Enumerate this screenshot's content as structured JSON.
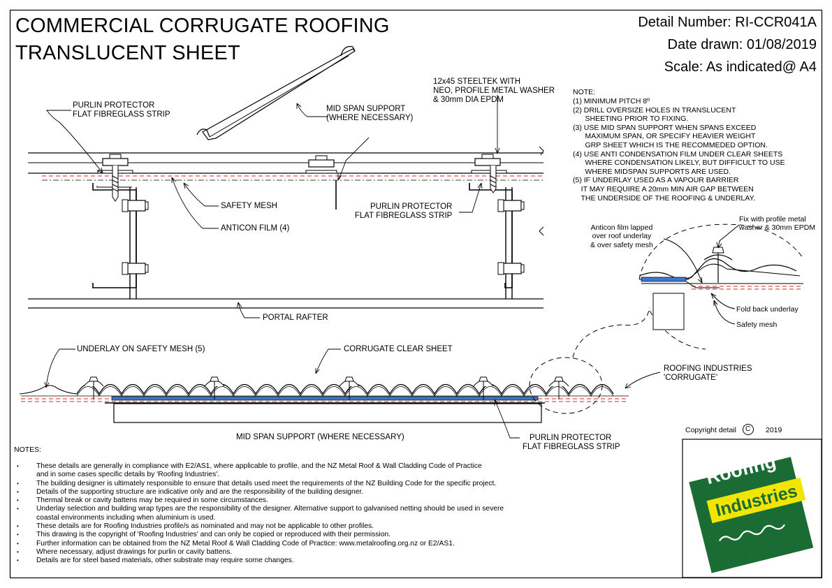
{
  "title": {
    "line1": "COMMERCIAL CORRUGATE ROOFING",
    "line2": "TRANSLUCENT SHEET"
  },
  "detail": {
    "number": "Detail Number:  RI-CCR041A",
    "date": "Date drawn:  01/08/2019",
    "scale": "Scale:  As indicated@ A4"
  },
  "labels": {
    "purlin_protector_top": [
      "PURLIN PROTECTOR",
      "FLAT FIBREGLASS STRIP"
    ],
    "mid_span_top": [
      "MID SPAN SUPPORT",
      "(WHERE NECESSARY)"
    ],
    "steeltek": [
      "12x45 STEELTEK WITH",
      "NEO, PROFILE METAL WASHER",
      "& 30mm DIA EPDM"
    ],
    "safety_mesh": "SAFETY MESH",
    "anticon_film": "ANTICON FILM (4)",
    "purlin_protector_mid": [
      "PURLIN PROTECTOR",
      "FLAT FIBREGLASS STRIP"
    ],
    "portal_rafter": "PORTAL RAFTER",
    "underlay": "UNDERLAY ON SAFETY MESH (5)",
    "corrugate_clear": "CORRUGATE CLEAR SHEET",
    "roofing_industries": [
      "ROOFING INDUSTRIES",
      "'CORRUGATE'"
    ],
    "mid_span_bottom": "MID SPAN SUPPORT (WHERE NECESSARY)",
    "purlin_protector_bottom": [
      "PURLIN PROTECTOR",
      "FLAT FIBREGLASS STRIP"
    ],
    "anticon_lapped": [
      "Anticon film lapped",
      "over roof underlay",
      "& over safety mesh"
    ],
    "fix_with": [
      "Fix with profile metal",
      "washer & 30mm EPDM"
    ],
    "fold_back": "Fold back underlay",
    "safety_mesh_detail": "Safety mesh"
  },
  "note_box": {
    "heading": "NOTE:",
    "items": [
      "(1) MINIMUM PITCH 8º",
      "(2) DRILL OVERSIZE HOLES IN TRANSLUCENT",
      "      SHEETING PRIOR TO FIXING.",
      "(3) USE MID SPAN SUPPORT WHEN SPANS EXCEED",
      "      MAXIMUM SPAN, OR SPECIFY HEAVIER WEIGHT",
      "      GRP SHEET WHICH IS THE RECOMMEDED OPTION.",
      "(4) USE ANTI CONDENSATION FILM UNDER CLEAR SHEETS",
      "      WHERE CONDENSATION LIKELY, BUT DIFFICULT TO USE",
      "      WHERE MIDSPAN SUPPORTS ARE USED.",
      "(5) IF UNDERLAY USED AS A VAPOUR BARRIER",
      "    IT MAY REQUIRE A 20mm MIN AIR GAP BETWEEN",
      "    THE UNDERSIDE OF THE ROOFING & UNDERLAY."
    ]
  },
  "notes": {
    "heading": "NOTES:",
    "items": [
      "These details are generally in compliance with E2/AS1, where applicable to profile, and the NZ Metal Roof & Wall Cladding Code of Practice",
      "and in some cases specific details by 'Roofing Industries'.",
      "The building designer is ultimately responsible to ensure that details used meet the requirements of the NZ Building Code for the specific project.",
      "Details of the supporting structure are indicative only and are the responsibility of the building designer.",
      "Thermal break or cavity battens may be required in some circumstances.",
      "Underlay selection and building wrap types are the responsibility of the designer. Alternative support to galvanised netting should be used in severe",
      "coastal environments including when aluminium is used.",
      "These details are for Roofing Industries profile/s as nominated and may not be applicable to other profiles.",
      "This drawing is the copyright of 'Roofing Industries' and can only be copied or reproduced with their permission.",
      "Further information can be obtained from the NZ Metal Roof & Wall Cladding Code of Practice:  www.metalroofing.org.nz or E2/AS1.",
      "Where necessary, adjust drawings for purlin or cavity battens.",
      "Details are for steel based materials, other substrate may require some changes."
    ]
  },
  "copyright": {
    "text": "Copyright detail",
    "symbol": "C",
    "year": "2019"
  },
  "logo": {
    "word1": "Roofing",
    "word2": "Industries",
    "url": "roof.co.nz",
    "green": "#1b6b35",
    "yellow": "#f2e600"
  },
  "colors": {
    "red_dash": "#d92020",
    "blue_film": "#3b78c9"
  }
}
